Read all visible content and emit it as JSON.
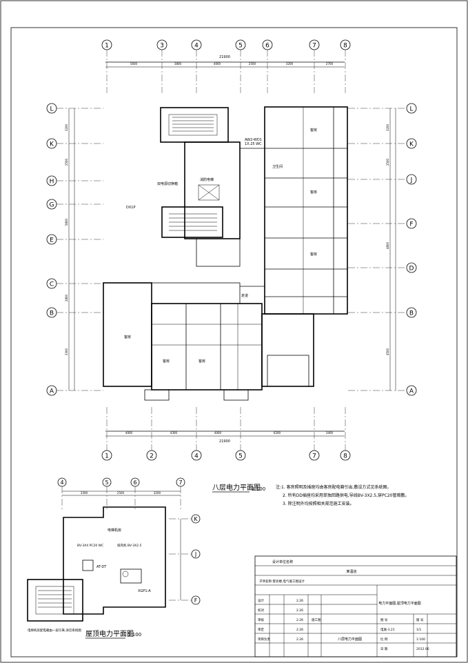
{
  "main_plan": {
    "title": "八层电力平面图",
    "scale": "1:100",
    "axes_top": [
      "1",
      "3",
      "4",
      "5",
      "6",
      "7",
      "8"
    ],
    "axes_bottom": [
      "1",
      "2",
      "4",
      "5",
      "7",
      "8"
    ],
    "axes_left": [
      "L",
      "K",
      "H",
      "G",
      "E",
      "C",
      "B",
      "A"
    ],
    "axes_right": [
      "L",
      "K",
      "J",
      "F",
      "D",
      "B",
      "A"
    ],
    "total_dimension": "21900",
    "dim_top": [
      "5600",
      "3800",
      "4000",
      "2500",
      "3200",
      "2700"
    ],
    "dim_bottom": [
      "4000",
      "4300",
      "4000",
      "6200",
      "3400"
    ],
    "dim_left": [
      "3200",
      "2500",
      "5800",
      "2800",
      "3300"
    ],
    "dim_right": [
      "3200",
      "2500",
      "4800",
      "4500"
    ],
    "labels": {
      "riser_box": "AW2-WD1",
      "cable_1": "1X.25 WC",
      "box_dist": "DX1P",
      "panel_note": "双电源切换箱",
      "elevator": "消防电梯",
      "room": "客房",
      "bath": "卫生间",
      "corridor": "走道"
    }
  },
  "notes": {
    "n1": "注:1. 客房照明及插座均由客房配电箱引出,敷设方式见系统图。",
    "n2": "2. 所有DD插座均采用单独回路供电,导线BV-3X2.5,穿PC20管暗敷。",
    "n3": "3. 除注明外均按照相关规范施工安装。"
  },
  "roof_plan": {
    "title": "屋顶电力平面图",
    "scale": "1:100",
    "axes_top": [
      "4",
      "5",
      "6",
      "7"
    ],
    "axes_right": [
      "K",
      "J",
      "F"
    ],
    "dim_top": [
      "3300",
      "2500",
      "3200"
    ],
    "labels": {
      "machine_room": "电梯机房",
      "cable": "BV-3X4 PC20 WC",
      "panel": "AT-DT",
      "fan": "排风机 BV-3X2.5",
      "box": "XGP1-A",
      "note": "电梯机房配电箱由一层引来,详见系统图"
    }
  },
  "title_block": {
    "company": "设计单位名称",
    "project": "某酒店",
    "subtitle": "子项名称:客房楼,电气施工图设计",
    "design_stage": "施工图",
    "drawing_name": "八层电力平面图",
    "drawing_title_right": "电力平面图,屋顶电力平面图",
    "roles": [
      "设计",
      "校对",
      "审核",
      "审定",
      "项目负责"
    ],
    "role_dates": [
      "2.26",
      "2.26",
      "2.26",
      "2.26",
      "2.26"
    ],
    "drawing_no_label": "图 号",
    "drawing_no": "电施-3.21",
    "sheet_label": "版 号",
    "sheet": "1/1",
    "scale_label": "比 例",
    "scale": "1:100",
    "date_label": "日 期",
    "date": "2012.06"
  }
}
